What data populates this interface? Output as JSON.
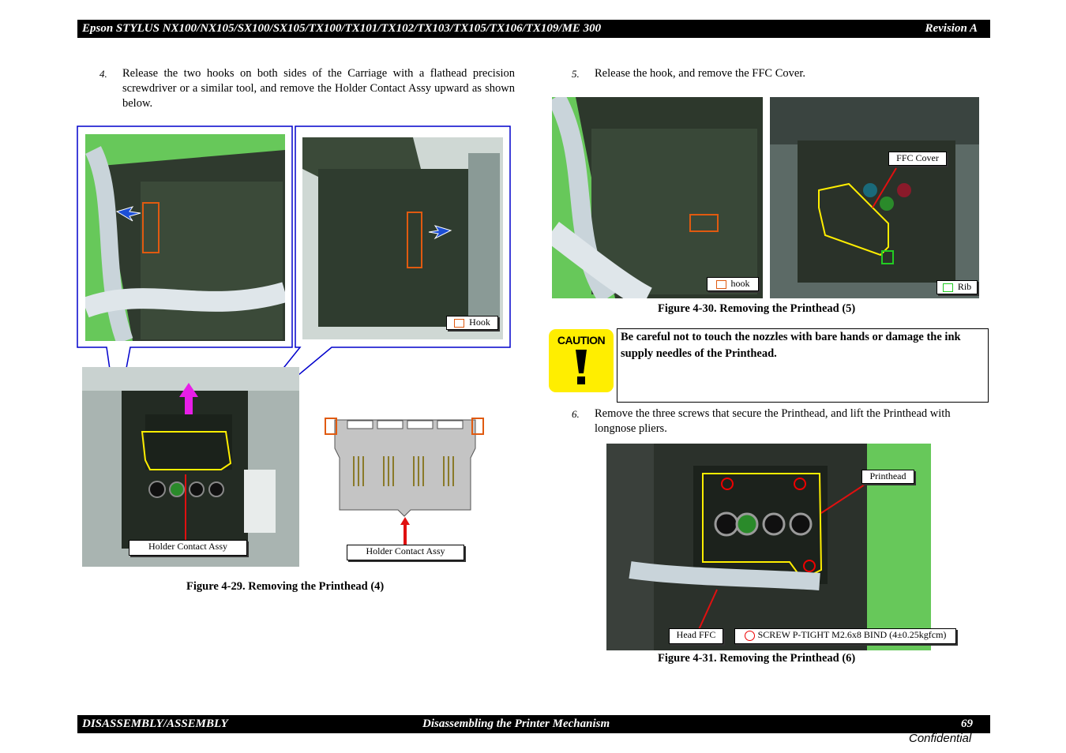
{
  "header": {
    "models": "Epson STYLUS NX100/NX105/SX100/SX105/TX100/TX101/TX102/TX103/TX105/TX106/TX109/ME 300",
    "revision": "Revision A"
  },
  "steps": {
    "step4": {
      "num": "4.",
      "text": "Release the two hooks on both sides of the Carriage with a flathead precision screwdriver or a similar tool, and remove the Holder Contact Assy upward as shown below."
    },
    "step5": {
      "num": "5.",
      "text": "Release the hook, and remove the FFC Cover."
    },
    "step6": {
      "num": "6.",
      "text": "Remove the three screws that secure the Printhead, and lift the Printhead with longnose pliers."
    }
  },
  "figures": {
    "fig29": {
      "caption": "Figure 4-29.  Removing the Printhead (4)",
      "labels": {
        "hook": "Hook",
        "holder_photo": "Holder Contact Assy",
        "holder_drawing": "Holder Contact Assy"
      }
    },
    "fig30": {
      "caption": "Figure 4-30.  Removing the Printhead (5)",
      "labels": {
        "ffc_cover": "FFC Cover",
        "hook": "hook",
        "rib": "Rib"
      }
    },
    "fig31": {
      "caption": "Figure 4-31.  Removing the Printhead (6)",
      "labels": {
        "printhead": "Printhead",
        "head_ffc": "Head FFC",
        "screw": "SCREW P-TIGHT M2.6x8 BIND (4±0.25kgfcm)"
      }
    }
  },
  "caution": {
    "icon_label": "CAUTION",
    "text": "Be careful not to touch the nozzles with bare hands or damage the ink supply needles of the Printhead."
  },
  "footer": {
    "section": "DISASSEMBLY/ASSEMBLY",
    "title": "Disassembling the Printer Mechanism",
    "page": "69",
    "confidential": "Confidential"
  },
  "colors": {
    "header_bg": "#000000",
    "callout_hook_marker": "#e05a10",
    "rib_marker": "#22cc22",
    "screw_marker": "#ee0000",
    "caution_yellow": "#ffee00",
    "zoom_frame": "#0000cc"
  }
}
